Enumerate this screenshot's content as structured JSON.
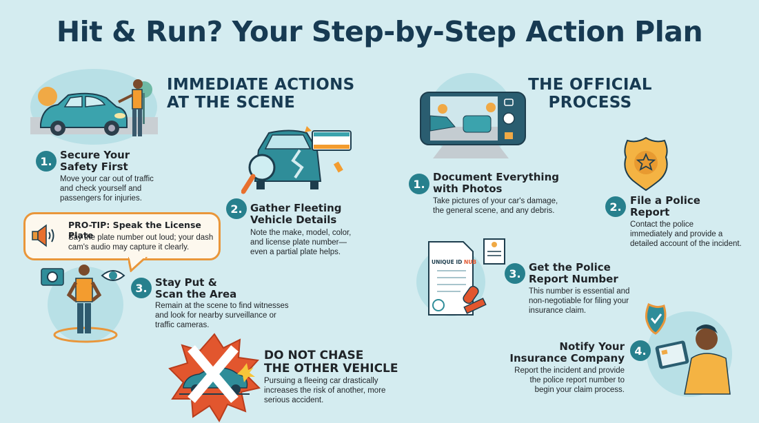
{
  "title": "Hit & Run? Your Step-by-Step Action Plan",
  "colors": {
    "background": "#d4ecf0",
    "title": "#173a52",
    "badge": "#27808d",
    "accent_orange": "#e9963a",
    "warning_red": "#e2562e"
  },
  "immediate": {
    "heading_line1": "IMMEDIATE ACTIONS",
    "heading_line2": "AT THE SCENE",
    "steps": [
      {
        "number": "1.",
        "title_line1": "Secure Your",
        "title_line2": "Safety First",
        "desc_lines": [
          "Move your car out of traffic",
          "and check yourself and",
          "passengers for injuries."
        ],
        "icon": "car-safety-icon"
      },
      {
        "number": "2.",
        "title_line1": "Gather Fleeting",
        "title_line2": "Vehicle Details",
        "desc_lines": [
          "Note the make, model, color,",
          "and license plate number—",
          "even a partial plate helps."
        ],
        "icon": "damaged-car-magnifier-icon"
      },
      {
        "number": "3.",
        "title_line1": "Stay Put &",
        "title_line2": "Scan the Area",
        "desc_lines": [
          "Remain at the scene to find witnesses",
          "and look for nearby surveillance or",
          "traffic cameras."
        ],
        "icon": "person-scanning-icon"
      }
    ],
    "pro_tip": {
      "title": "PRO-TIP: Speak the License Plate",
      "desc_lines": [
        "Say the plate number out loud; your dash",
        "cam's audio may capture it clearly."
      ],
      "icon": "speaker-icon"
    },
    "warning": {
      "title_line1": "DO NOT CHASE",
      "title_line2": "THE OTHER VEHICLE",
      "desc_lines": [
        "Pursuing a fleeing car drastically",
        "increases the risk of another, more",
        "serious accident."
      ],
      "icon": "no-chase-icon"
    }
  },
  "official": {
    "heading_line1": "THE OFFICIAL",
    "heading_line2": "PROCESS",
    "steps": [
      {
        "number": "1.",
        "title_line1": "Document Everything",
        "title_line2": "with Photos",
        "desc_lines": [
          "Take pictures of your car's damage,",
          "the general scene, and any debris."
        ],
        "icon": "phone-camera-icon"
      },
      {
        "number": "2.",
        "title_line1": "File a Police",
        "title_line2": "Report",
        "desc_lines": [
          "Contact the police",
          "immediately and provide a",
          "detailed account of the incident."
        ],
        "icon": "police-badge-icon"
      },
      {
        "number": "3.",
        "title_line1": "Get the Police",
        "title_line2": "Report Number",
        "desc_lines": [
          "This number is essential and",
          "non-negotiable for filing your",
          "insurance claim."
        ],
        "icon": "report-document-icon",
        "doc_label_a": "UNIQUE ID ",
        "doc_label_b": "NUB"
      },
      {
        "number": "4.",
        "title_line1": "Notify Your",
        "title_line2": "Insurance Company",
        "desc_lines": [
          "Report the incident and provide",
          "the police report number to",
          "begin your claim process."
        ],
        "icon": "insurance-tablet-icon"
      }
    ]
  }
}
